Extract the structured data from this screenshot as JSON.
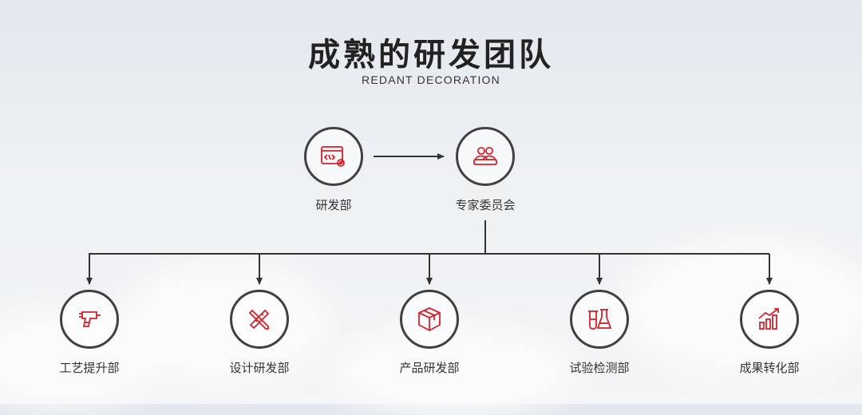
{
  "header": {
    "title": "成熟的研发团队",
    "subtitle": "REDANT DECORATION"
  },
  "colors": {
    "accent": "#d2232a",
    "ring": "#404040",
    "line": "#333333"
  },
  "top_nodes": [
    {
      "label": "研发部",
      "icon": "code-window-gear-icon"
    },
    {
      "label": "专家委员会",
      "icon": "team-people-icon"
    }
  ],
  "departments": [
    {
      "label": "工艺提升部",
      "icon": "drill-icon"
    },
    {
      "label": "设计研发部",
      "icon": "pencil-ruler-icon"
    },
    {
      "label": "产品研发部",
      "icon": "package-box-icon"
    },
    {
      "label": "试验检测部",
      "icon": "lab-flask-icon"
    },
    {
      "label": "成果转化部",
      "icon": "growth-chart-icon"
    }
  ]
}
